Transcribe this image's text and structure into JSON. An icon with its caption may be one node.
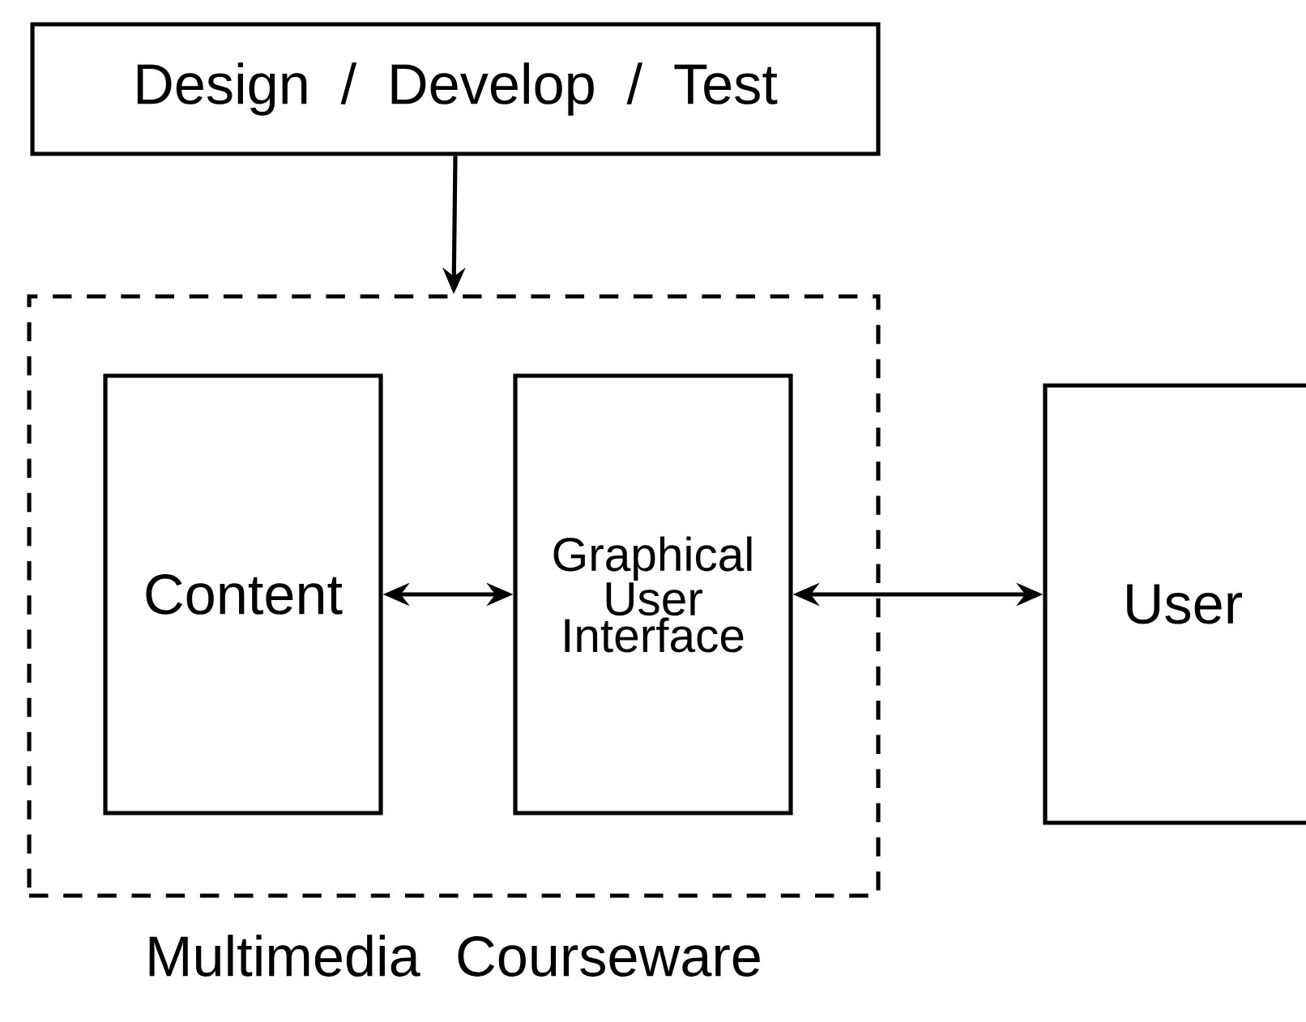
{
  "diagram": {
    "nodes": [
      {
        "text": [
          "Design / Develop / Test"
        ]
      },
      {
        "text": [
          "Multimedia Courseware"
        ]
      },
      {
        "text": [
          "Content"
        ],
        "in": 1
      },
      {
        "text": [
          "Graphical User Interface"
        ],
        "in": 1
      },
      {
        "text": [
          "User"
        ]
      }
    ],
    "edges": [
      {
        "from": 0,
        "to": 1,
        "arrow": "to"
      },
      {
        "from": 2,
        "to": 3,
        "arrow": "both"
      },
      {
        "from": 3,
        "to": 4,
        "arrow": "both"
      }
    ]
  }
}
